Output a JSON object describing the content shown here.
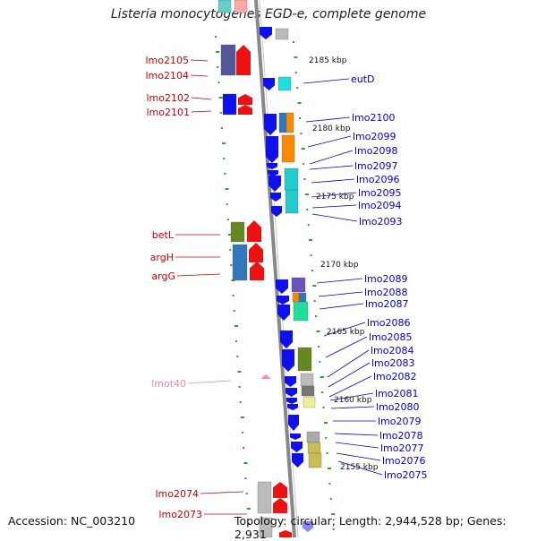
{
  "title": "Listeria monocytogenes EGD-e, complete genome",
  "footer": {
    "accession": "Accession: NC_003210",
    "summary": "Topology: circular; Length: 2,944,528 bp; Genes: 2,931"
  },
  "colors": {
    "left_label": "#cc0000",
    "right_label": "#0000cc",
    "rna_label": "#ee88aa",
    "backbone": "#888888",
    "ticks": "#22aa22"
  },
  "kbp_marks": [
    {
      "label": "2185 kbp"
    },
    {
      "label": "2180 kbp"
    },
    {
      "label": "2175 kbp"
    },
    {
      "label": "2170 kbp"
    },
    {
      "label": "2165 kbp"
    },
    {
      "label": "2160 kbp"
    },
    {
      "label": "2155 kbp"
    }
  ],
  "left_labels": [
    "lmo2105",
    "lmo2104",
    "lmo2102",
    "lmo2101",
    "betL",
    "argH",
    "argG",
    "lmot40",
    "lmo2074",
    "lmo2073"
  ],
  "right_labels": [
    "eutD",
    "lmo2100",
    "lmo2099",
    "lmo2098",
    "lmo2097",
    "lmo2096",
    "lmo2095",
    "lmo2094",
    "lmo2093",
    "lmo2089",
    "lmo2088",
    "lmo2087",
    "lmo2086",
    "lmo2085",
    "lmo2084",
    "lmo2083",
    "lmo2082",
    "lmo2081",
    "lmo2080",
    "lmo2079",
    "lmo2078",
    "lmo2077",
    "lmo2076",
    "lmo2075"
  ]
}
